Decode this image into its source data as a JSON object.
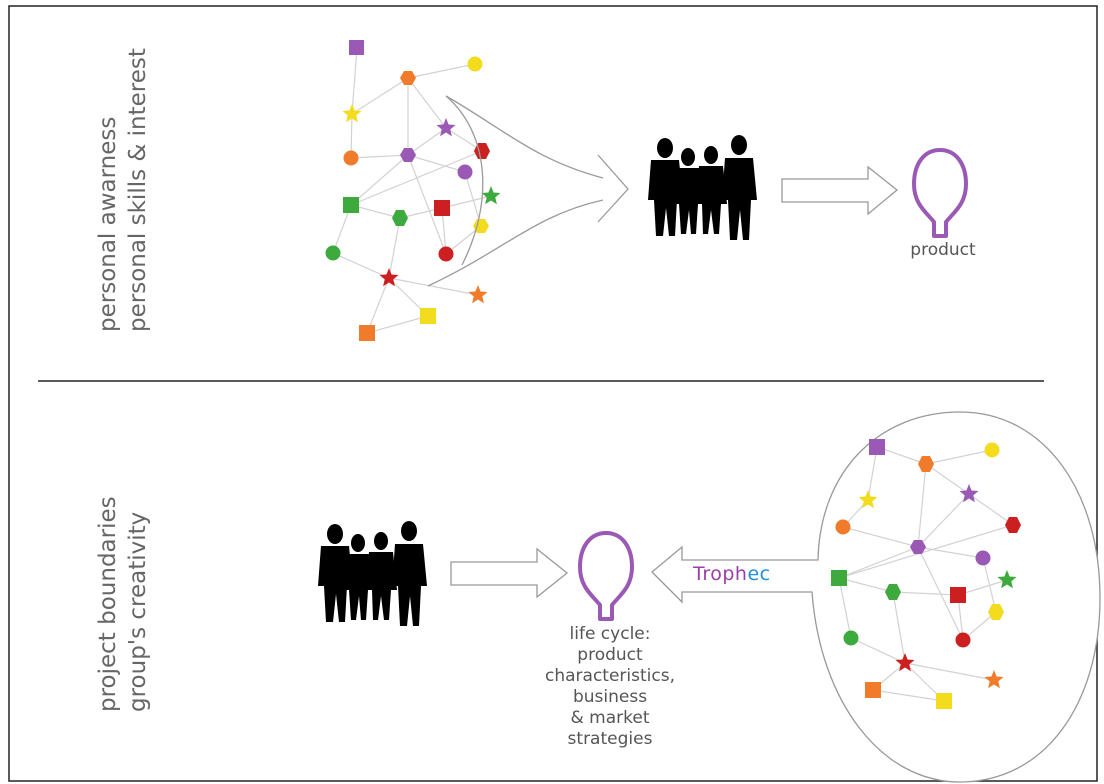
{
  "top_section": {
    "side_label_line1": "personal awarness",
    "side_label_line2": "personal skills & interest",
    "product_label": "product"
  },
  "bottom_section": {
    "side_label_line1": "project boundaries",
    "side_label_line2": "group's creativity",
    "lifecycle_lines": [
      "life cycle:",
      "product",
      "characteristics,",
      "business",
      "& market",
      "strategies"
    ],
    "brand_part1": "Troph",
    "brand_part2": "ec"
  },
  "colors": {
    "purple": "#9b59b6",
    "orange": "#f07b2a",
    "yellow": "#f2dc1d",
    "red": "#cc1f1f",
    "green": "#3daa3d",
    "brand_purple": "#9b3fa6",
    "brand_blue": "#1f8fd6"
  },
  "icons": [
    "network-icon",
    "people-silhouette-icon",
    "lightbulb-icon",
    "arrow-icon"
  ]
}
